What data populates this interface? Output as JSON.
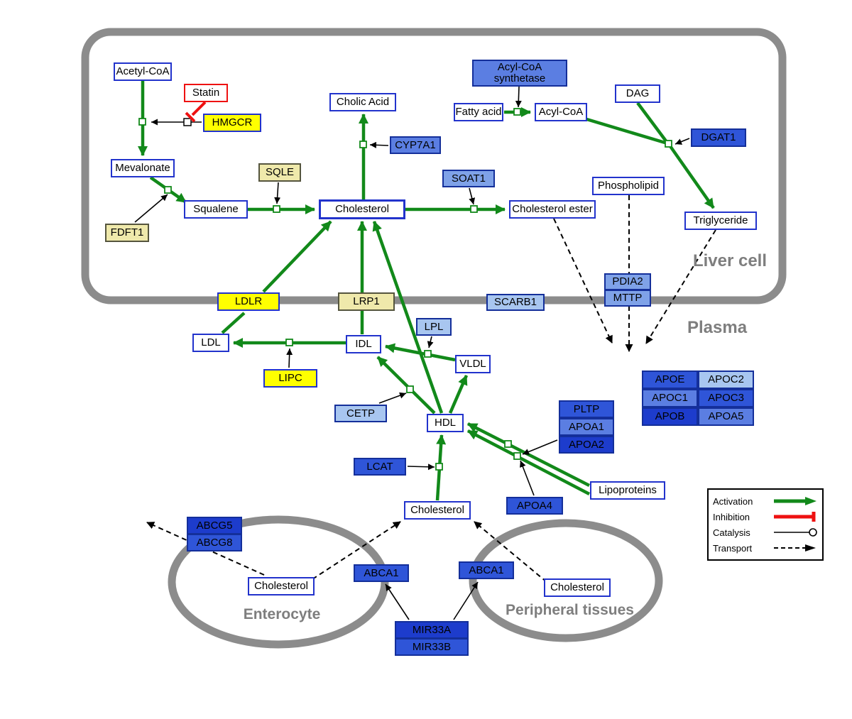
{
  "regions": {
    "liver_cell": "Liver cell",
    "plasma": "Plasma",
    "enterocyte": "Enterocyte",
    "peripheral_tissues": "Peripheral tissues"
  },
  "nodes": {
    "acetyl_coa": "Acetyl-CoA",
    "statin": "Statin",
    "hmgcr": "HMGCR",
    "mevalonate": "Mevalonate",
    "sqle": "SQLE",
    "fdft1": "FDFT1",
    "squalene": "Squalene",
    "cholesterol": "Cholesterol",
    "cholic_acid": "Cholic Acid",
    "cyp7a1": "CYP7A1",
    "acyl_coa_synthetase": "Acyl-CoA synthetase",
    "fatty_acid": "Fatty acid",
    "acyl_coa": "Acyl-CoA",
    "dag": "DAG",
    "dgat1": "DGAT1",
    "soat1": "SOAT1",
    "cholesterol_ester": "Cholesterol ester",
    "phospholipid": "Phospholipid",
    "triglyceride": "Triglyceride",
    "pdia2": "PDIA2",
    "mttp": "MTTP",
    "ldlr": "LDLR",
    "lrp1": "LRP1",
    "scarb1": "SCARB1",
    "ldl": "LDL",
    "idl": "IDL",
    "lpl": "LPL",
    "vldl": "VLDL",
    "lipc": "LIPC",
    "cetp": "CETP",
    "hdl": "HDL",
    "pltp": "PLTP",
    "apoa1": "APOA1",
    "apoa2": "APOA2",
    "lcat": "LCAT",
    "apoa4": "APOA4",
    "lipoproteins": "Lipoproteins",
    "apoe": "APOE",
    "apoc2": "APOC2",
    "apoc1": "APOC1",
    "apoc3": "APOC3",
    "apob": "APOB",
    "apoa5": "APOA5",
    "abcg5": "ABCG5",
    "abcg8": "ABCG8",
    "abca1": "ABCA1",
    "mir33a": "MIR33A",
    "mir33b": "MIR33B"
  },
  "legend": {
    "activation": "Activation",
    "inhibition": "Inhibition",
    "catalysis": "Catalysis",
    "transport": "Transport"
  },
  "colors": {
    "activation_green": "#12891a",
    "inhibition_red": "#ee1111",
    "metabolite_border_blue": "#2233cc",
    "gene_yellow": "#ffff00",
    "pale_yellow": "#efe9ab",
    "blue_dark": "#1d3ccc",
    "blue_mid": "#2f55d8",
    "blue_medium_light": "#5b7ee2",
    "blue_light": "#7fa2e8",
    "blue_pale": "#a8c6f0",
    "membrane_gray": "#8c8c8c"
  }
}
